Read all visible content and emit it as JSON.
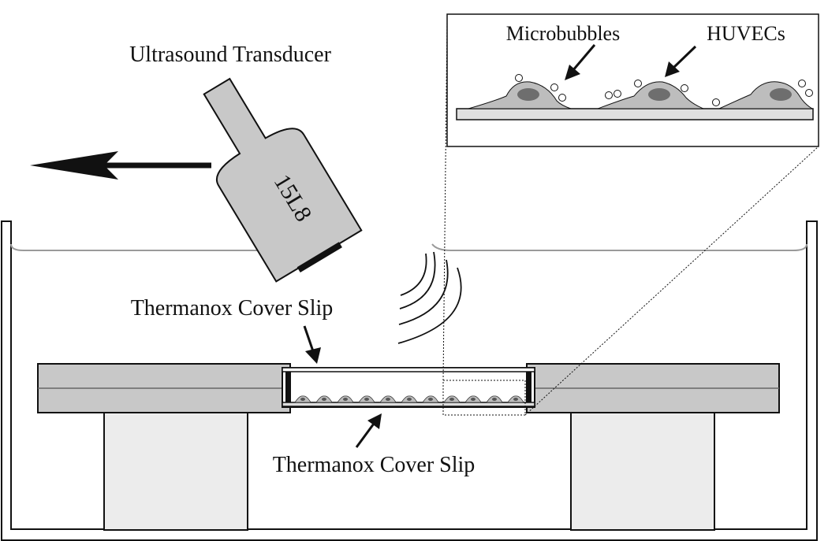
{
  "labels": {
    "transducer": "Ultrasound Transducer",
    "transducer_model": "15L8",
    "cover_slip_top": "Thermanox Cover Slip",
    "cover_slip_bottom": "Thermanox Cover Slip",
    "microbubbles": "Microbubbles",
    "huvecs": "HUVECs"
  },
  "colors": {
    "ink": "#111111",
    "gray_fill": "#c8c8c8",
    "light_fill": "#ececec",
    "cell_fill": "#bdbdbd",
    "nucleus_fill": "#6e6e6e"
  }
}
